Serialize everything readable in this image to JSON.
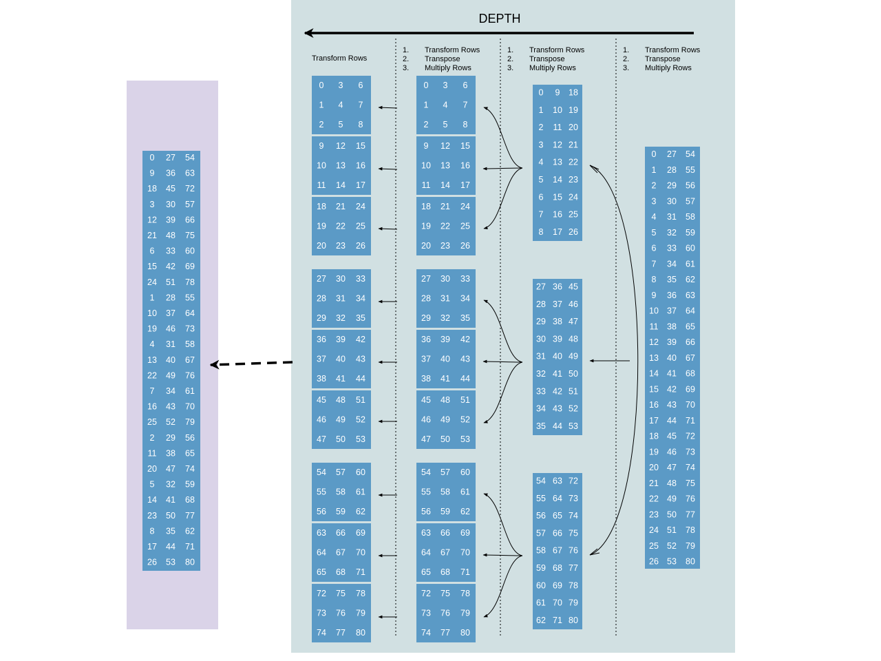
{
  "title": "DEPTH",
  "stage_headers": [
    {
      "items": [
        "Transform Rows"
      ],
      "numbered": false
    },
    {
      "items": [
        "Transform Rows",
        "Transpose",
        "Multiply Rows"
      ],
      "numbered": true
    },
    {
      "items": [
        "Transform Rows",
        "Transpose",
        "Multiply Rows"
      ],
      "numbered": true
    },
    {
      "items": [
        "Transform Rows",
        "Transpose",
        "Multiply Rows"
      ],
      "numbered": true
    }
  ],
  "stage4_column": [
    [
      0,
      27,
      54
    ],
    [
      1,
      28,
      55
    ],
    [
      2,
      29,
      56
    ],
    [
      3,
      30,
      57
    ],
    [
      4,
      31,
      58
    ],
    [
      5,
      32,
      59
    ],
    [
      6,
      33,
      60
    ],
    [
      7,
      34,
      61
    ],
    [
      8,
      35,
      62
    ],
    [
      9,
      36,
      63
    ],
    [
      10,
      37,
      64
    ],
    [
      11,
      38,
      65
    ],
    [
      12,
      39,
      66
    ],
    [
      13,
      40,
      67
    ],
    [
      14,
      41,
      68
    ],
    [
      15,
      42,
      69
    ],
    [
      16,
      43,
      70
    ],
    [
      17,
      44,
      71
    ],
    [
      18,
      45,
      72
    ],
    [
      19,
      46,
      73
    ],
    [
      20,
      47,
      74
    ],
    [
      21,
      48,
      75
    ],
    [
      22,
      49,
      76
    ],
    [
      23,
      50,
      77
    ],
    [
      24,
      51,
      78
    ],
    [
      25,
      52,
      79
    ],
    [
      26,
      53,
      80
    ]
  ],
  "stage3_blocks": [
    [
      [
        0,
        9,
        18
      ],
      [
        1,
        10,
        19
      ],
      [
        2,
        11,
        20
      ],
      [
        3,
        12,
        21
      ],
      [
        4,
        13,
        22
      ],
      [
        5,
        14,
        23
      ],
      [
        6,
        15,
        24
      ],
      [
        7,
        16,
        25
      ],
      [
        8,
        17,
        26
      ]
    ],
    [
      [
        27,
        36,
        45
      ],
      [
        28,
        37,
        46
      ],
      [
        29,
        38,
        47
      ],
      [
        30,
        39,
        48
      ],
      [
        31,
        40,
        49
      ],
      [
        32,
        41,
        50
      ],
      [
        33,
        42,
        51
      ],
      [
        34,
        43,
        52
      ],
      [
        35,
        44,
        53
      ]
    ],
    [
      [
        54,
        63,
        72
      ],
      [
        55,
        64,
        73
      ],
      [
        56,
        65,
        74
      ],
      [
        57,
        66,
        75
      ],
      [
        58,
        67,
        76
      ],
      [
        59,
        68,
        77
      ],
      [
        60,
        69,
        78
      ],
      [
        61,
        70,
        79
      ],
      [
        62,
        71,
        80
      ]
    ]
  ],
  "stage2_tiles": [
    [
      [
        0,
        3,
        6
      ],
      [
        1,
        4,
        7
      ],
      [
        2,
        5,
        8
      ]
    ],
    [
      [
        9,
        12,
        15
      ],
      [
        10,
        13,
        16
      ],
      [
        11,
        14,
        17
      ]
    ],
    [
      [
        18,
        21,
        24
      ],
      [
        19,
        22,
        25
      ],
      [
        20,
        23,
        26
      ]
    ],
    [
      [
        27,
        30,
        33
      ],
      [
        28,
        31,
        34
      ],
      [
        29,
        32,
        35
      ]
    ],
    [
      [
        36,
        39,
        42
      ],
      [
        37,
        40,
        43
      ],
      [
        38,
        41,
        44
      ]
    ],
    [
      [
        45,
        48,
        51
      ],
      [
        46,
        49,
        52
      ],
      [
        47,
        50,
        53
      ]
    ],
    [
      [
        54,
        57,
        60
      ],
      [
        55,
        58,
        61
      ],
      [
        56,
        59,
        62
      ]
    ],
    [
      [
        63,
        66,
        69
      ],
      [
        64,
        67,
        70
      ],
      [
        65,
        68,
        71
      ]
    ],
    [
      [
        72,
        75,
        78
      ],
      [
        73,
        76,
        79
      ],
      [
        74,
        77,
        80
      ]
    ]
  ],
  "stage1_tiles": [
    [
      [
        0,
        3,
        6
      ],
      [
        1,
        4,
        7
      ],
      [
        2,
        5,
        8
      ]
    ],
    [
      [
        9,
        12,
        15
      ],
      [
        10,
        13,
        16
      ],
      [
        11,
        14,
        17
      ]
    ],
    [
      [
        18,
        21,
        24
      ],
      [
        19,
        22,
        25
      ],
      [
        20,
        23,
        26
      ]
    ],
    [
      [
        27,
        30,
        33
      ],
      [
        28,
        31,
        34
      ],
      [
        29,
        32,
        35
      ]
    ],
    [
      [
        36,
        39,
        42
      ],
      [
        37,
        40,
        43
      ],
      [
        38,
        41,
        44
      ]
    ],
    [
      [
        45,
        48,
        51
      ],
      [
        46,
        49,
        52
      ],
      [
        47,
        50,
        53
      ]
    ],
    [
      [
        54,
        57,
        60
      ],
      [
        55,
        58,
        61
      ],
      [
        56,
        59,
        62
      ]
    ],
    [
      [
        63,
        66,
        69
      ],
      [
        64,
        67,
        70
      ],
      [
        65,
        68,
        71
      ]
    ],
    [
      [
        72,
        75,
        78
      ],
      [
        73,
        76,
        79
      ],
      [
        74,
        77,
        80
      ]
    ]
  ],
  "output_column": [
    [
      0,
      27,
      54
    ],
    [
      9,
      36,
      63
    ],
    [
      18,
      45,
      72
    ],
    [
      3,
      30,
      57
    ],
    [
      12,
      39,
      66
    ],
    [
      21,
      48,
      75
    ],
    [
      6,
      33,
      60
    ],
    [
      15,
      42,
      69
    ],
    [
      24,
      51,
      78
    ],
    [
      1,
      28,
      55
    ],
    [
      10,
      37,
      64
    ],
    [
      19,
      46,
      73
    ],
    [
      4,
      31,
      58
    ],
    [
      13,
      40,
      67
    ],
    [
      22,
      49,
      76
    ],
    [
      7,
      34,
      61
    ],
    [
      16,
      43,
      70
    ],
    [
      25,
      52,
      79
    ],
    [
      2,
      29,
      56
    ],
    [
      11,
      38,
      65
    ],
    [
      20,
      47,
      74
    ],
    [
      5,
      32,
      59
    ],
    [
      14,
      41,
      68
    ],
    [
      23,
      50,
      77
    ],
    [
      8,
      35,
      62
    ],
    [
      17,
      44,
      71
    ],
    [
      26,
      53,
      80
    ]
  ],
  "colors": {
    "panel": "#d1e0e2",
    "output_panel": "#dad3e8",
    "cell_block": "#5b9ac6",
    "cell_text": "#ffffff",
    "line": "#000000"
  }
}
